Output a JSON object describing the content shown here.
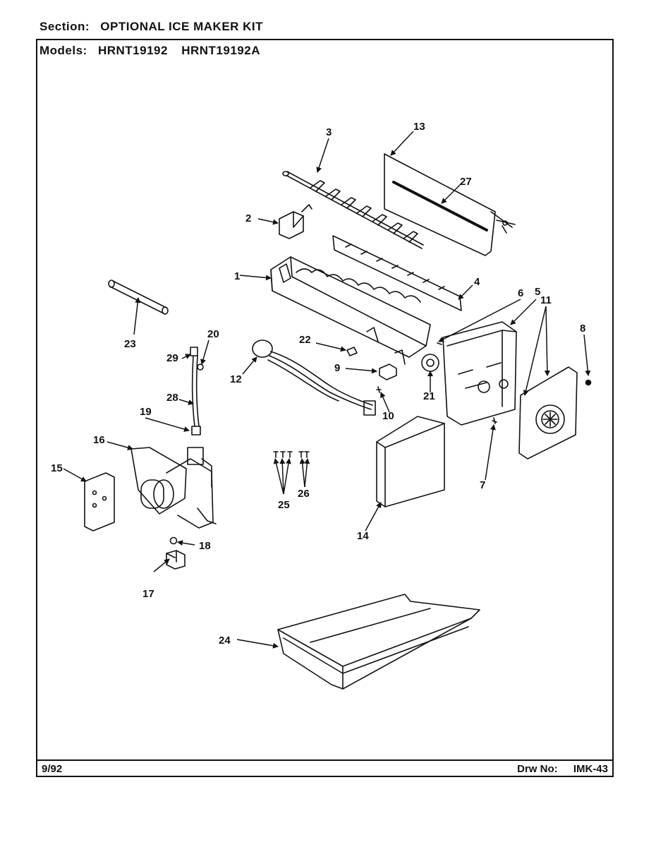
{
  "header": {
    "section_label": "Section:",
    "section_value": "OPTIONAL ICE MAKER KIT",
    "models_label": "Models:",
    "models": [
      "HRNT19192",
      "HRNT19192A"
    ]
  },
  "footer": {
    "date": "9/92",
    "drawing_label": "Drw No:",
    "drawing_number": "IMK-43"
  },
  "callouts": [
    "1",
    "2",
    "3",
    "4",
    "5",
    "6",
    "7",
    "8",
    "9",
    "10",
    "11",
    "12",
    "13",
    "14",
    "15",
    "16",
    "17",
    "18",
    "19",
    "20",
    "21",
    "22",
    "23",
    "24",
    "25",
    "26",
    "27",
    "28",
    "29"
  ]
}
